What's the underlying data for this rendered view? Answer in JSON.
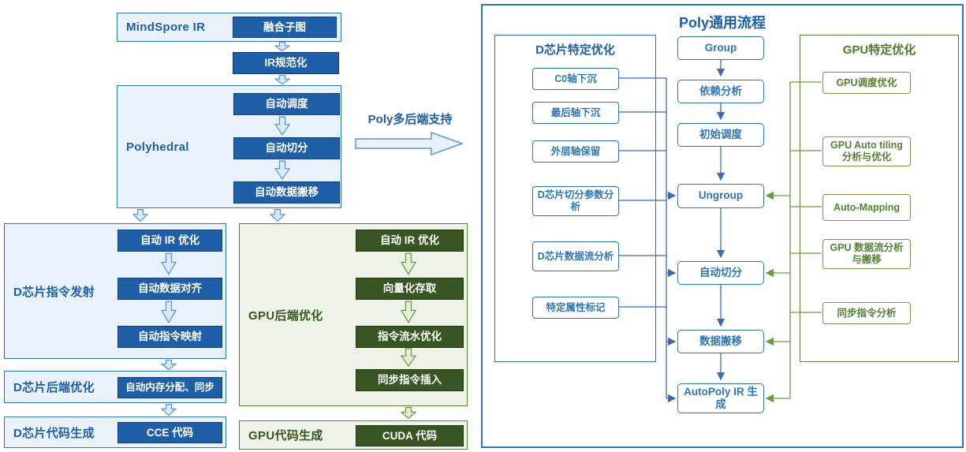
{
  "colors": {
    "blue_node": "#1f5fa7",
    "blue_accent": "#2e75b6",
    "green_node": "#375623",
    "green_accent": "#538135",
    "light_blue_fill": "#e9f1fa",
    "light_green_fill": "#eef3e7"
  },
  "left": {
    "mindspore_label": "MindSpore IR",
    "fusion_box": "融合子图",
    "ir_norm": "IR规范化",
    "polyhedral_label": "Polyhedral",
    "polyhedral_steps": [
      "自动调度",
      "自动切分",
      "自动数据搬移"
    ],
    "poly_backend_label": "Poly多后端支持",
    "d_instr_label": "D芯片指令发射",
    "d_instr_steps": [
      "自动 IR 优化",
      "自动数据对齐",
      "自动指令映射"
    ],
    "d_backend_label": "D芯片后端优化",
    "d_backend_box": "自动内存分配、同步",
    "d_codegen_label": "D芯片代码生成",
    "d_codegen_box": "CCE 代码",
    "gpu_backend_label": "GPU后端优化",
    "gpu_backend_steps": [
      "自动 IR 优化",
      "向量化存取",
      "指令流水优化",
      "同步指令插入"
    ],
    "gpu_codegen_label": "GPU代码生成",
    "gpu_codegen_box": "CUDA 代码"
  },
  "right": {
    "title": "Poly通用流程",
    "d_opt_title": "D芯片特定优化",
    "d_opt_items": [
      "C0轴下沉",
      "最后轴下沉",
      "外层轴保留",
      "D芯片切分参数分析",
      "D芯片数据流分析",
      "特定属性标记"
    ],
    "flow_steps": [
      "Group",
      "依赖分析",
      "初始调度",
      "Ungroup",
      "自动切分",
      "数据搬移",
      "AutoPoly IR 生成"
    ],
    "gpu_opt_title": "GPU特定优化",
    "gpu_opt_items": [
      "GPU调度优化",
      "GPU Auto tiling 分析与优化",
      "Auto-Mapping",
      "GPU 数据流分析与搬移",
      "同步指令分析"
    ]
  }
}
